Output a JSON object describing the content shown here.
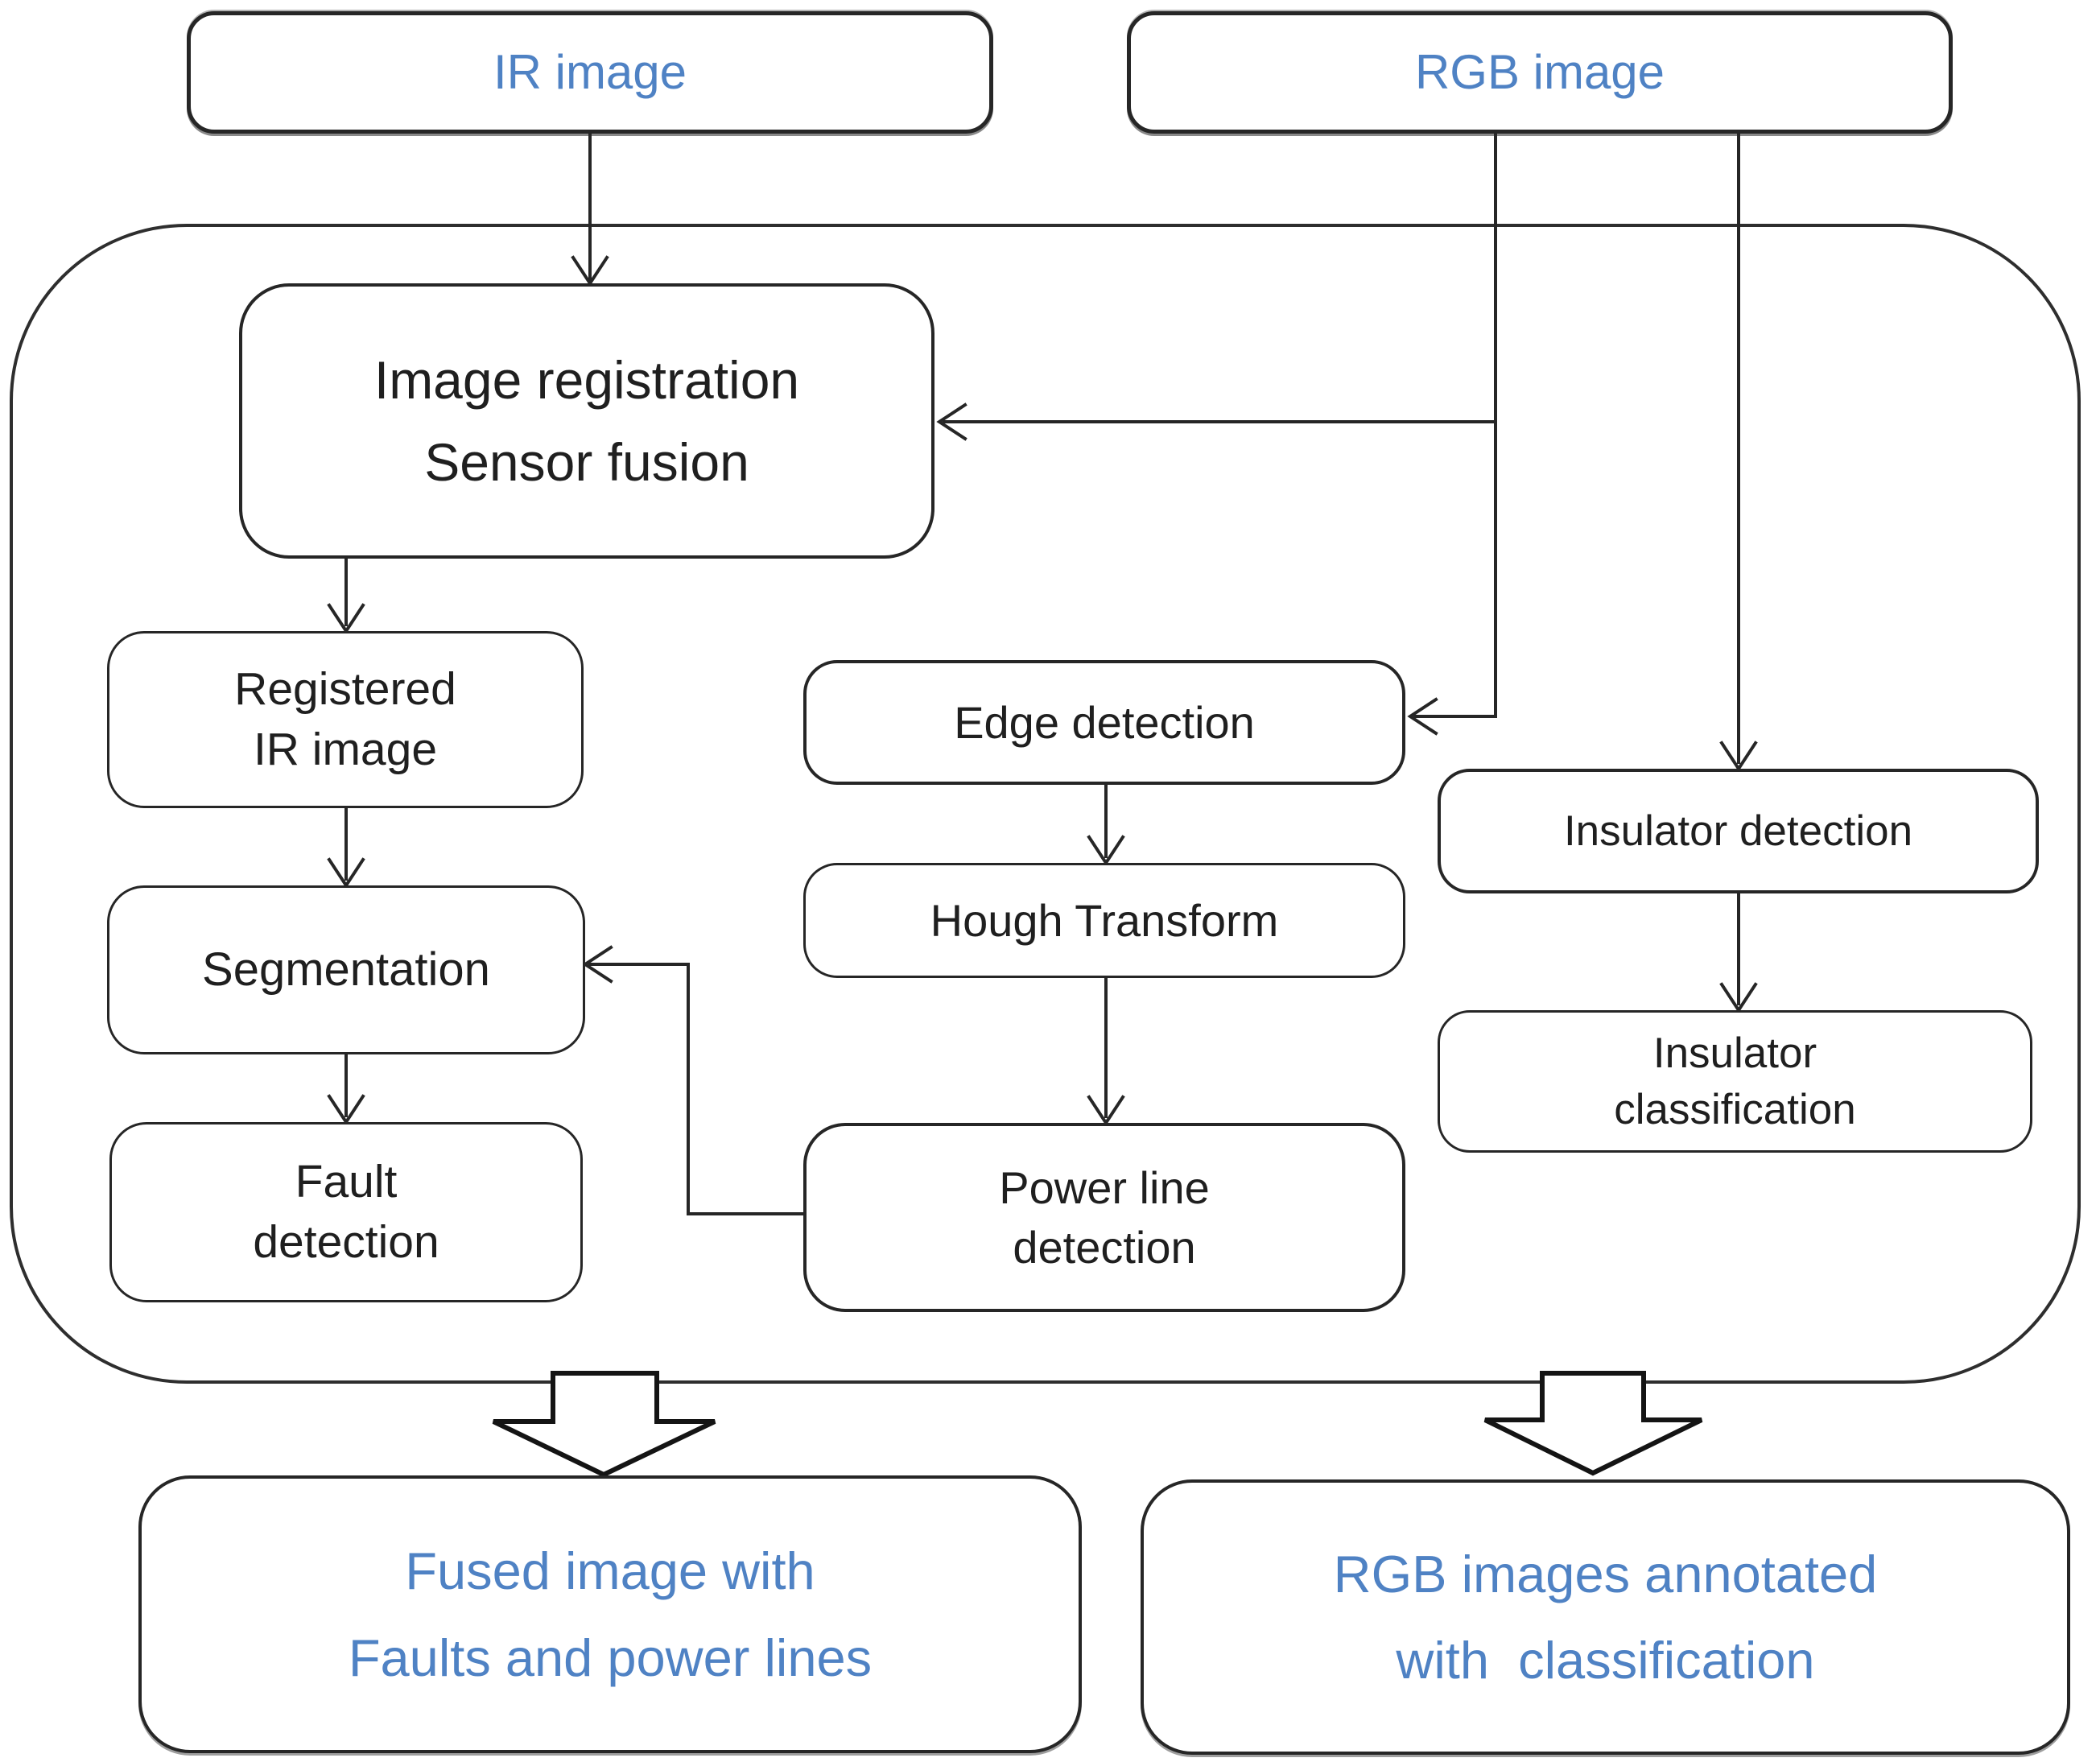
{
  "diagram": {
    "title": "IR / RGB image processing pipeline flowchart",
    "colors": {
      "accent_blue": "#4f82c4",
      "line": "#262626"
    },
    "inputs": {
      "ir": {
        "label": "IR image"
      },
      "rgb": {
        "label": "RGB image"
      }
    },
    "pipeline": {
      "image_registration": {
        "line1": "Image registration",
        "line2": "Sensor fusion"
      },
      "registered_ir": {
        "line1": "Registered",
        "line2": "IR image"
      },
      "segmentation": {
        "label": "Segmentation"
      },
      "fault_detection": {
        "line1": "Fault",
        "line2": "detection"
      },
      "edge_detection": {
        "label": "Edge detection"
      },
      "hough_transform": {
        "label": "Hough Transform"
      },
      "power_line_detection": {
        "line1": "Power line",
        "line2": "detection"
      },
      "insulator_detection": {
        "label": "Insulator detection"
      },
      "insulator_classification": {
        "line1": "Insulator",
        "line2": "classification"
      }
    },
    "outputs": {
      "fused": {
        "line1": "Fused image with",
        "line2": "Faults and power lines"
      },
      "annotated": {
        "line1": "RGB images annotated",
        "line2": "with  classification"
      }
    }
  }
}
